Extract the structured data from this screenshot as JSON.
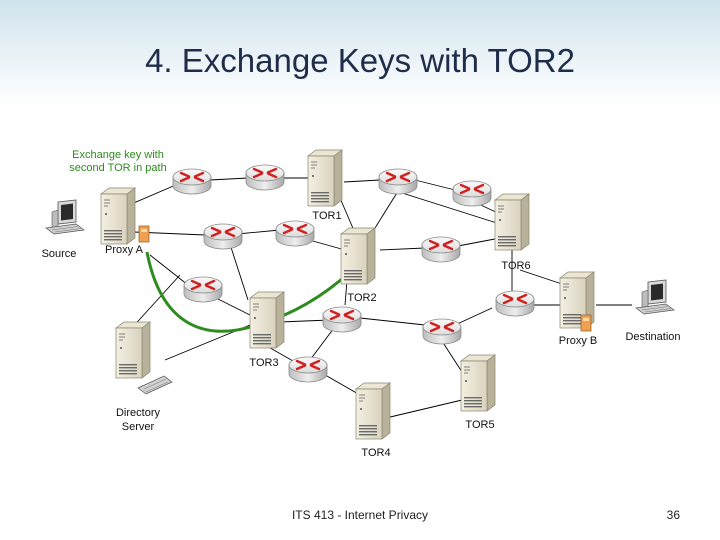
{
  "slide": {
    "title": "4. Exchange Keys with TOR2",
    "footer": "ITS 413 - Internet Privacy",
    "page_number": "36"
  },
  "labels": {
    "annotation_line1": "Exchange key with",
    "annotation_line2": "second TOR in path",
    "source": "Source",
    "proxy_a": "Proxy A",
    "tor1": "TOR1",
    "tor2": "TOR2",
    "tor3": "TOR3",
    "tor4": "TOR4",
    "tor5": "TOR5",
    "tor6": "TOR6",
    "proxy_b": "Proxy B",
    "destination": "Destination",
    "directory_line1": "Directory",
    "directory_line2": "Server"
  },
  "colors": {
    "link": "#000000",
    "key_exchange_path": "#2e8b1e",
    "annotation_text": "#2e8b1e",
    "router_arrows": "#d02020",
    "proxy_key": "#f0a050"
  }
}
